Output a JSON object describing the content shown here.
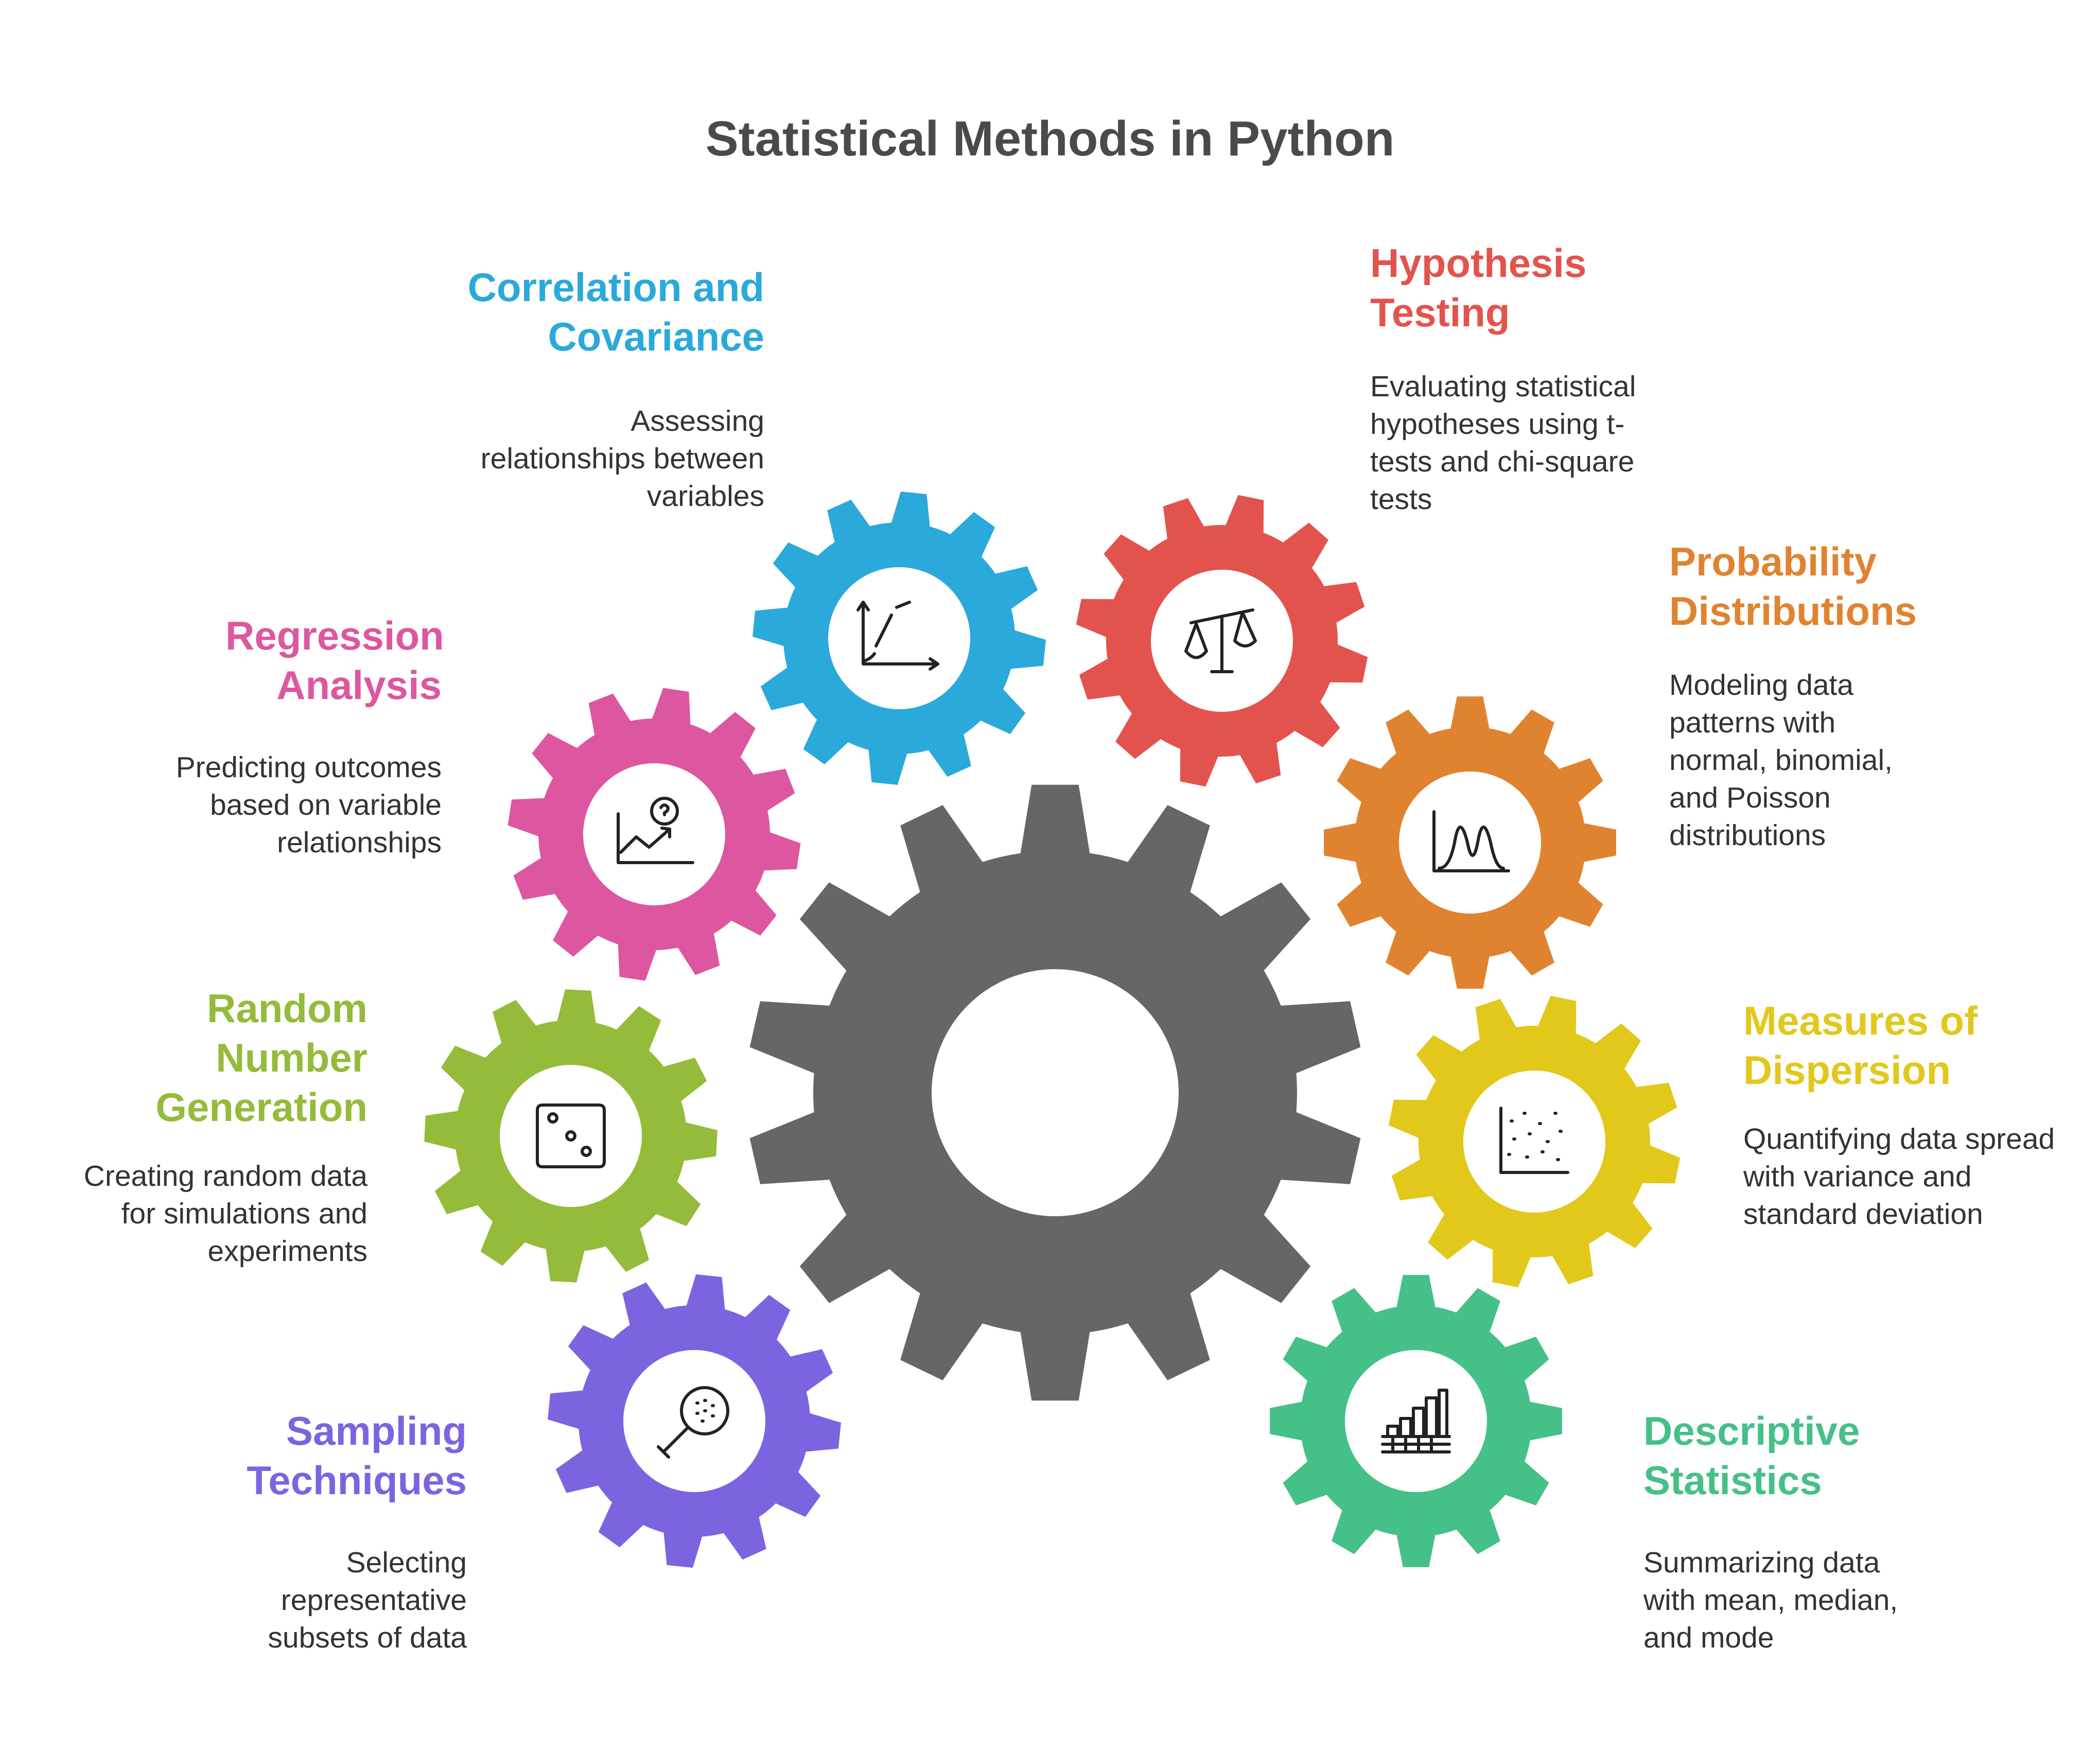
{
  "title": "Statistical Methods in Python",
  "central_gear_color": "#666666",
  "methods": [
    {
      "id": "correlation",
      "title": "Correlation and Covariance",
      "description": "Assessing relationships between variables",
      "color": "#2aa9da",
      "icon": "scatter-trend-icon"
    },
    {
      "id": "hypothesis",
      "title": "Hypothesis Testing",
      "description": "Evaluating statistical hypotheses using t-tests and chi-square tests",
      "color": "#e3534e",
      "icon": "balance-scale-icon"
    },
    {
      "id": "probability",
      "title": "Probability Distributions",
      "description": "Modeling data patterns with normal, binomial, and Poisson distributions",
      "color": "#e08330",
      "icon": "distribution-curve-icon"
    },
    {
      "id": "regression",
      "title": "Regression Analysis",
      "description": "Predicting outcomes based on variable relationships",
      "color": "#dc579f",
      "icon": "chart-question-icon"
    },
    {
      "id": "random",
      "title": "Random Number Generation",
      "description": "Creating random data for simulations and experiments",
      "color": "#94bb3a",
      "icon": "dice-icon"
    },
    {
      "id": "dispersion",
      "title": "Measures of Dispersion",
      "description": "Quantifying data spread with variance and standard deviation",
      "color": "#e1c81b",
      "icon": "scatter-plot-icon"
    },
    {
      "id": "sampling",
      "title": "Sampling Techniques",
      "description": "Selecting representative subsets of data",
      "color": "#7c64e0",
      "icon": "magnifier-icon"
    },
    {
      "id": "descriptive",
      "title": "Descriptive Statistics",
      "description": "Summarizing data with mean, median, and mode",
      "color": "#45c088",
      "icon": "bar-chart-icon"
    }
  ]
}
